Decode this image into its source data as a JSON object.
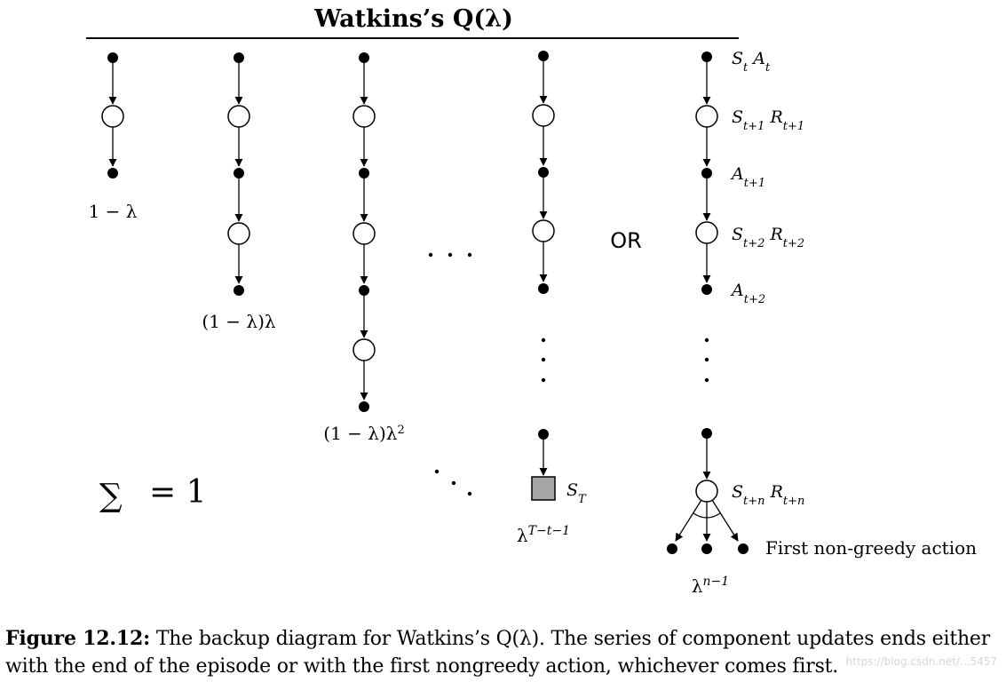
{
  "title": "Watkins’s Q(λ)",
  "labels": {
    "col1": "1 − λ",
    "col2": "(1 − λ)λ",
    "col3": "(1 − λ)λ²",
    "col4": "λ^{T−t−1}",
    "col5": "λ^{n−1}",
    "s_t": "S_t  A_t",
    "s_t1": "S_{t+1}  R_{t+1}",
    "a_t1": "A_{t+1}",
    "s_t2": "S_{t+2}  R_{t+2}",
    "a_t2": "A_{t+2}",
    "s_T": "S_T",
    "s_tn": "S_{t+n}  R_{t+n}",
    "first_non_greedy": "First non-greedy action",
    "or": "OR",
    "sum_text": "= 1"
  },
  "caption": {
    "figure": "Figure 12.12:",
    "text": "The backup diagram for Watkins’s Q(λ). The series of component updates ends either with the end of the episode or with the first nongreedy action, whichever comes first."
  },
  "watermark": "https://blog.csdn.net/...5457"
}
